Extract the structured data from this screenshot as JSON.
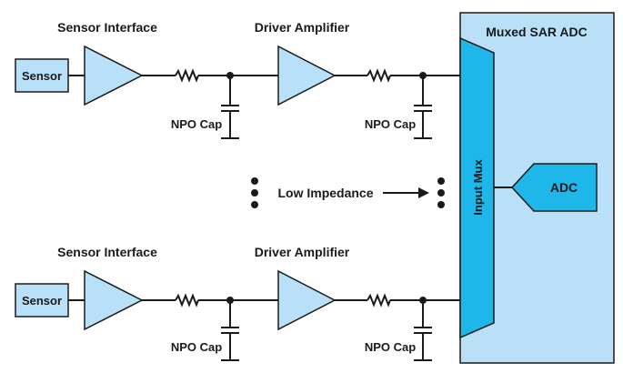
{
  "labels": {
    "sensor_interface_top": "Sensor Interface",
    "driver_amplifier_top": "Driver Amplifier",
    "sensor_interface_bottom": "Sensor Interface",
    "driver_amplifier_bottom": "Driver Amplifier",
    "sensor_top": "Sensor",
    "sensor_bottom": "Sensor",
    "npo_cap_1": "NPO Cap",
    "npo_cap_2": "NPO Cap",
    "npo_cap_3": "NPO Cap",
    "npo_cap_4": "NPO Cap",
    "low_impedance": "Low Impedance",
    "muxed_sar_adc": "Muxed SAR ADC",
    "input_mux": "Input Mux",
    "adc": "ADC"
  },
  "colors": {
    "block_fill": "#b8e0f8",
    "mux_fill": "#1fb6ea",
    "adc_container_fill": "#b9e0f7",
    "line": "#1a1a1a"
  }
}
